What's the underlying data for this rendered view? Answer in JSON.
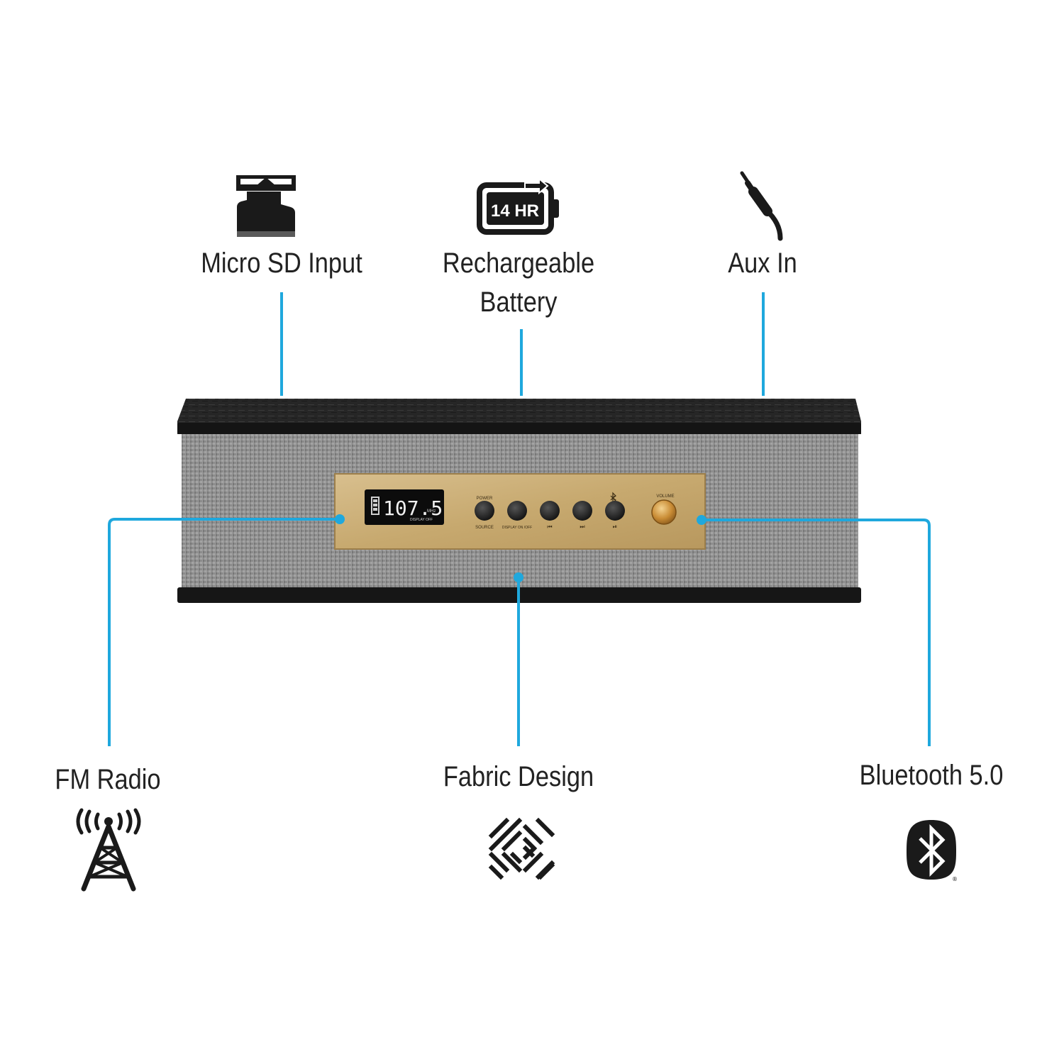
{
  "colors": {
    "callout_line": "#1fa8dd",
    "icon": "#1a1a1a",
    "wood": "#1e1e1e",
    "fabric": "#8a8a8a",
    "panel": "#c9ad7a"
  },
  "features": {
    "micro_sd": {
      "label": "Micro SD Input",
      "icon": "micro-sd-card-icon"
    },
    "battery": {
      "label_line1": "Rechargeable",
      "label_line2": "Battery",
      "icon_text": "14 HR",
      "icon": "battery-icon"
    },
    "aux": {
      "label": "Aux In",
      "icon": "aux-plug-icon"
    },
    "fm": {
      "label": "FM Radio",
      "icon": "radio-tower-icon"
    },
    "fabric": {
      "label": "Fabric Design",
      "icon": "woven-fabric-icon"
    },
    "bluetooth": {
      "label": "Bluetooth 5.0",
      "icon": "bluetooth-icon"
    }
  },
  "device": {
    "display": {
      "frequency": "107.5",
      "unit": "MHz",
      "sub": "DISPLAY OFF"
    },
    "buttons": [
      {
        "top": "POWER",
        "bottom": "SOURCE"
      },
      {
        "top": "",
        "bottom": "DISPLAY ON /OFF"
      },
      {
        "top": "",
        "bottom": "⏮"
      },
      {
        "top": "",
        "bottom": "⏭"
      },
      {
        "top": "bluetooth",
        "bottom": "⏯"
      }
    ],
    "knob_label": "VOLUME"
  }
}
